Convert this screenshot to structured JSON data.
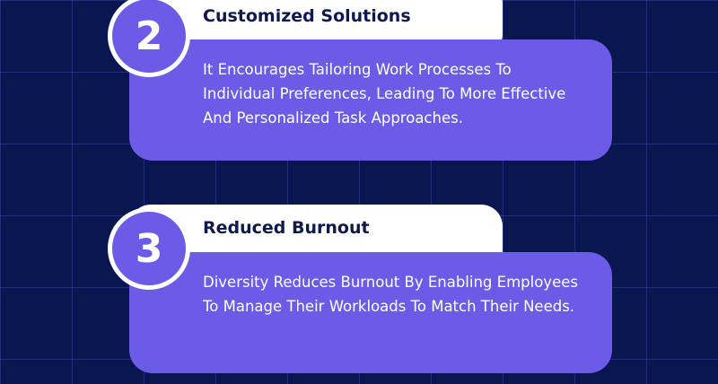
{
  "cards": [
    {
      "number": "2",
      "title": "Customized Solutions",
      "body": "It Encourages Tailoring Work Processes To Individual Preferences, Leading To More Effective And Personalized Task Approaches."
    },
    {
      "number": "3",
      "title": "Reduced Burnout",
      "body": "Diversity Reduces Burnout By Enabling Employees To Manage Their Workloads To Match Their Needs."
    }
  ],
  "colors": {
    "background": "#0a1650",
    "card_body": "#6b5be6",
    "title_bar": "#ffffff",
    "title_text": "#0e1a4f"
  }
}
